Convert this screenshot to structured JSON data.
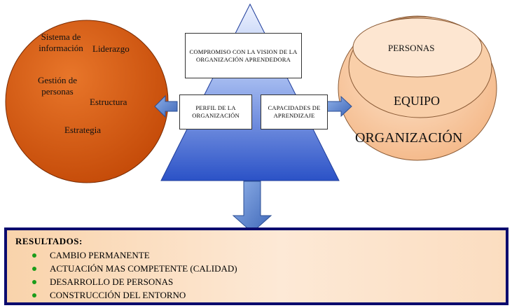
{
  "left_circle": {
    "items": [
      "Sistema de información",
      "Liderazgo",
      "Gestión de personas",
      "Estructura",
      "Estrategia"
    ]
  },
  "triangle": {
    "top_box": "COMPROMISO CON LA VISION DE LA ORGANIZACIÓN APRENDEDORA",
    "left_box": "PERFIL DE LA ORGANIZACIÓN",
    "right_box": "CAPACIDADES DE APRENDIZAJE"
  },
  "right_circle": {
    "inner": "PERSONAS",
    "middle": "EQUIPO",
    "outer": "ORGANIZACIÓN"
  },
  "results": {
    "title": "RESULTADOS:",
    "items": [
      "CAMBIO PERMANENTE",
      "ACTUACIÓN MAS COMPETENTE (CALIDAD)",
      "DESARROLLO DE PERSONAS",
      "CONSTRUCCIÓN DEL ENTORNO"
    ]
  },
  "colors": {
    "left_circle": "#d4570e",
    "right_circle": "#f7c49b",
    "triangle": "#3a5fd0",
    "arrows": "#5b84c8",
    "results_border": "#0b0b6e",
    "bullet": "#1a9c1a"
  }
}
